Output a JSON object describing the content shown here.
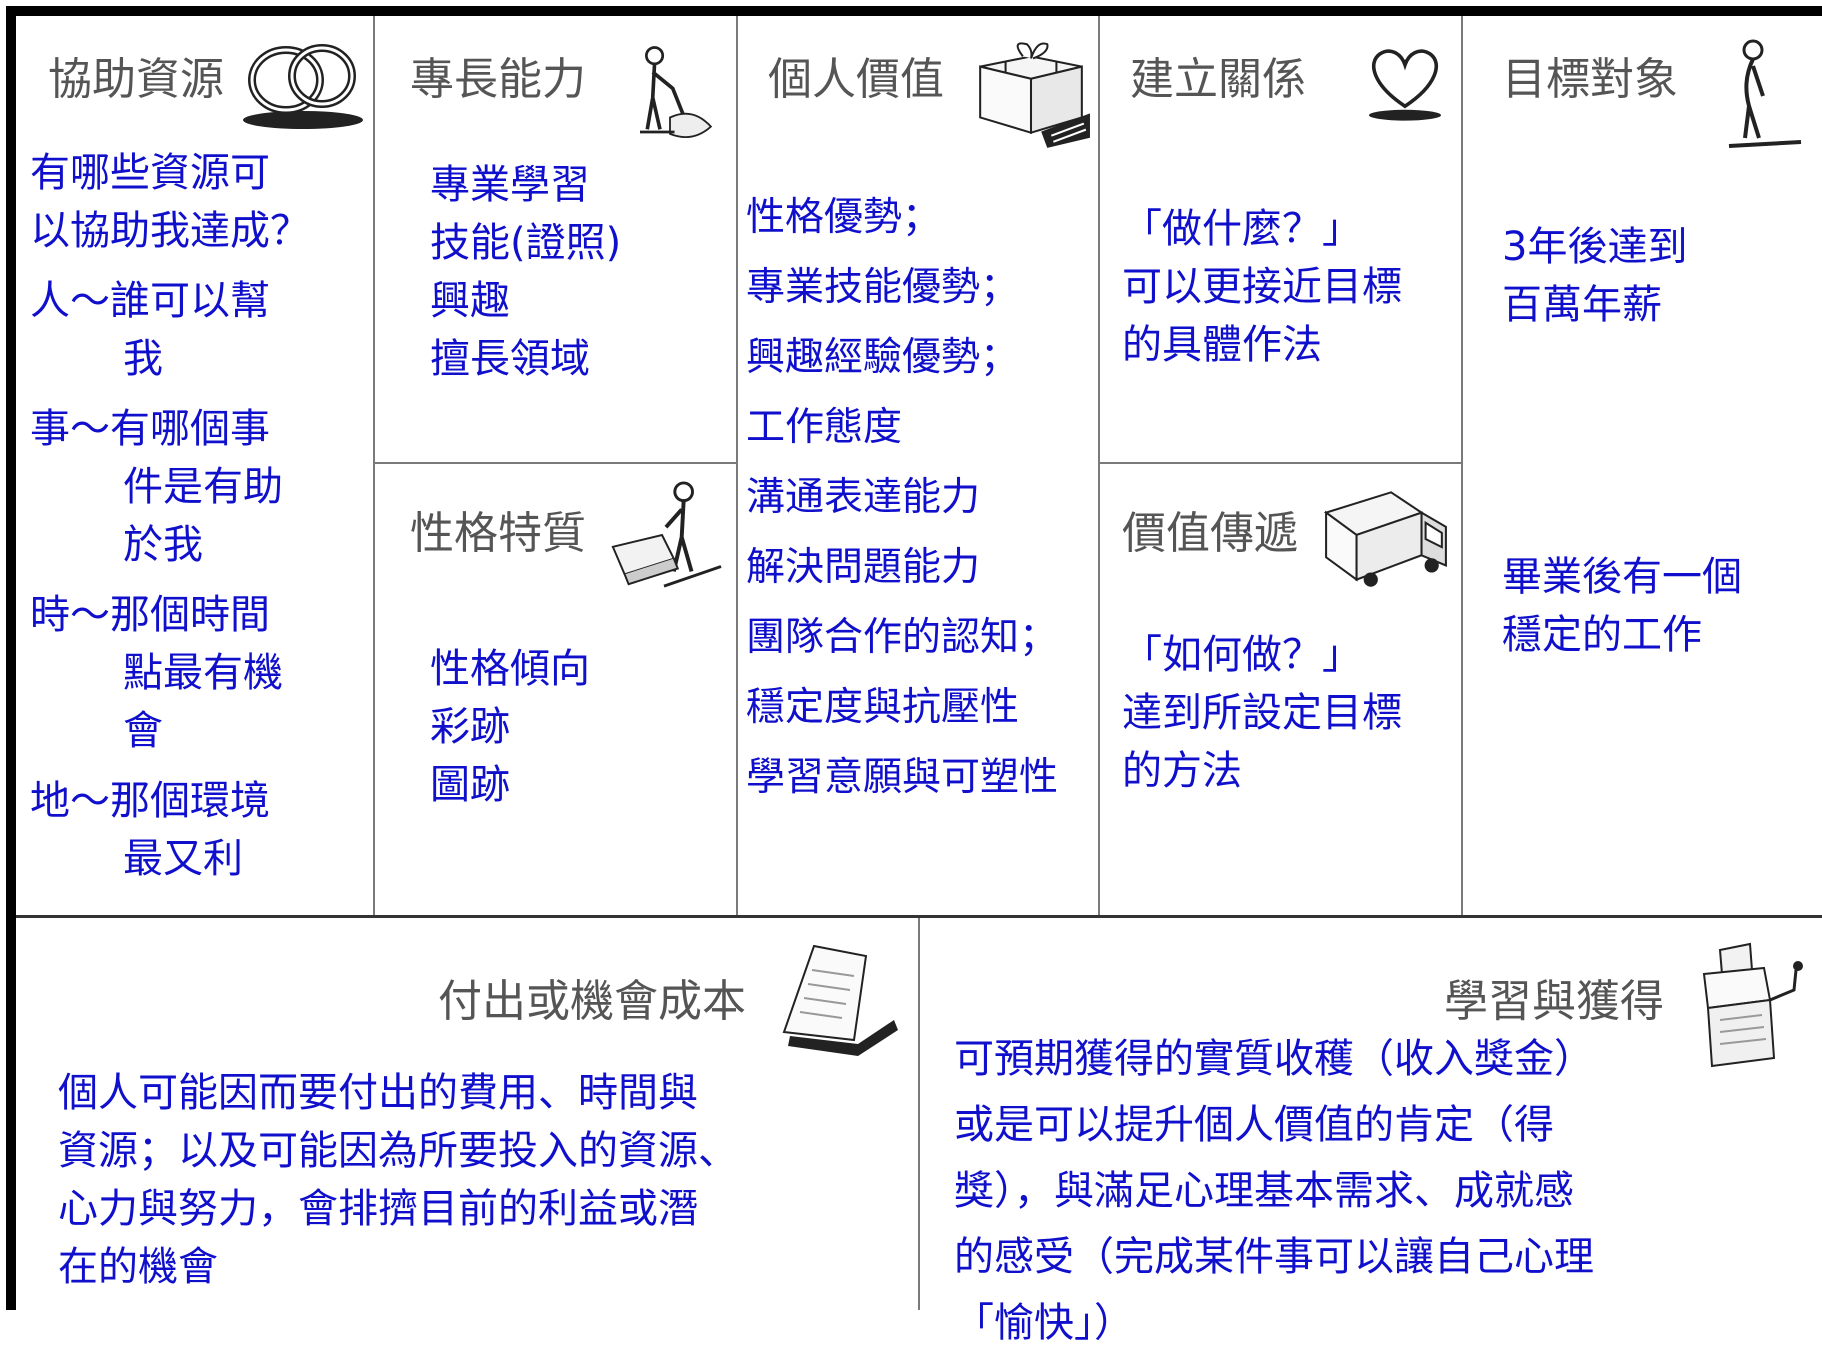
{
  "key_resources": {
    "title": "協助資源",
    "icon": "linked-rings-icon",
    "lines": [
      "有哪些資源可",
      "以協助我達成？",
      "人～誰可以幫",
      "我",
      "事～有哪個事",
      "件是有助",
      "於我",
      "時～那個時間",
      "點最有機",
      "會",
      "地～那個環境",
      "最又利"
    ]
  },
  "key_activities": {
    "title": "專長能力",
    "icon": "person-mopping-icon",
    "items": [
      "專業學習",
      "技能(證照)",
      "興趣",
      "擅長領域"
    ]
  },
  "personality": {
    "title": "性格特質",
    "icon": "person-with-cart-icon",
    "items": [
      "性格傾向",
      "彩跡",
      "圖跡"
    ]
  },
  "value_proposition": {
    "title": "個人價值",
    "icon": "gift-box-icon",
    "items": [
      "性格優勢；",
      "專業技能優勢；",
      "興趣經驗優勢；",
      "工作態度",
      "溝通表達能力",
      "解決問題能力",
      "團隊合作的認知；",
      "穩定度與抗壓性",
      "學習意願與可塑性"
    ]
  },
  "relationships": {
    "title": "建立關係",
    "icon": "heart-icon",
    "lines": [
      "「做什麼？」",
      "可以更接近目標",
      "的具體作法"
    ]
  },
  "channels": {
    "title": "價值傳遞",
    "icon": "delivery-truck-icon",
    "lines": [
      "「如何做？」",
      "達到所設定目標",
      "的方法"
    ]
  },
  "customer_segments": {
    "title": "目標對象",
    "icon": "standing-person-icon",
    "goal1": [
      "3年後達到",
      "百萬年薪"
    ],
    "goal2": [
      "畢業後有一個",
      "穩定的工作"
    ]
  },
  "cost": {
    "title": "付出或機會成本",
    "icon": "document-pages-icon",
    "lines": [
      "個人可能因而要付出的費用、時間與",
      "資源；以及可能因為所要投入的資源、",
      "心力與努力，會排擠目前的利益或潛",
      "在的機會"
    ]
  },
  "revenue": {
    "title": "學習與獲得",
    "icon": "cash-register-icon",
    "lines": [
      "可預期獲得的實質收穫（收入獎金）",
      "或是可以提升個人價值的肯定（得",
      "獎），與滿足心理基本需求、成就感",
      "的感受（完成某件事可以讓自己心理",
      "「愉快」）"
    ]
  },
  "colors": {
    "text": "#1010cc",
    "heading": "#555555",
    "lines": "#7a7a7a",
    "frame": "#000000"
  }
}
